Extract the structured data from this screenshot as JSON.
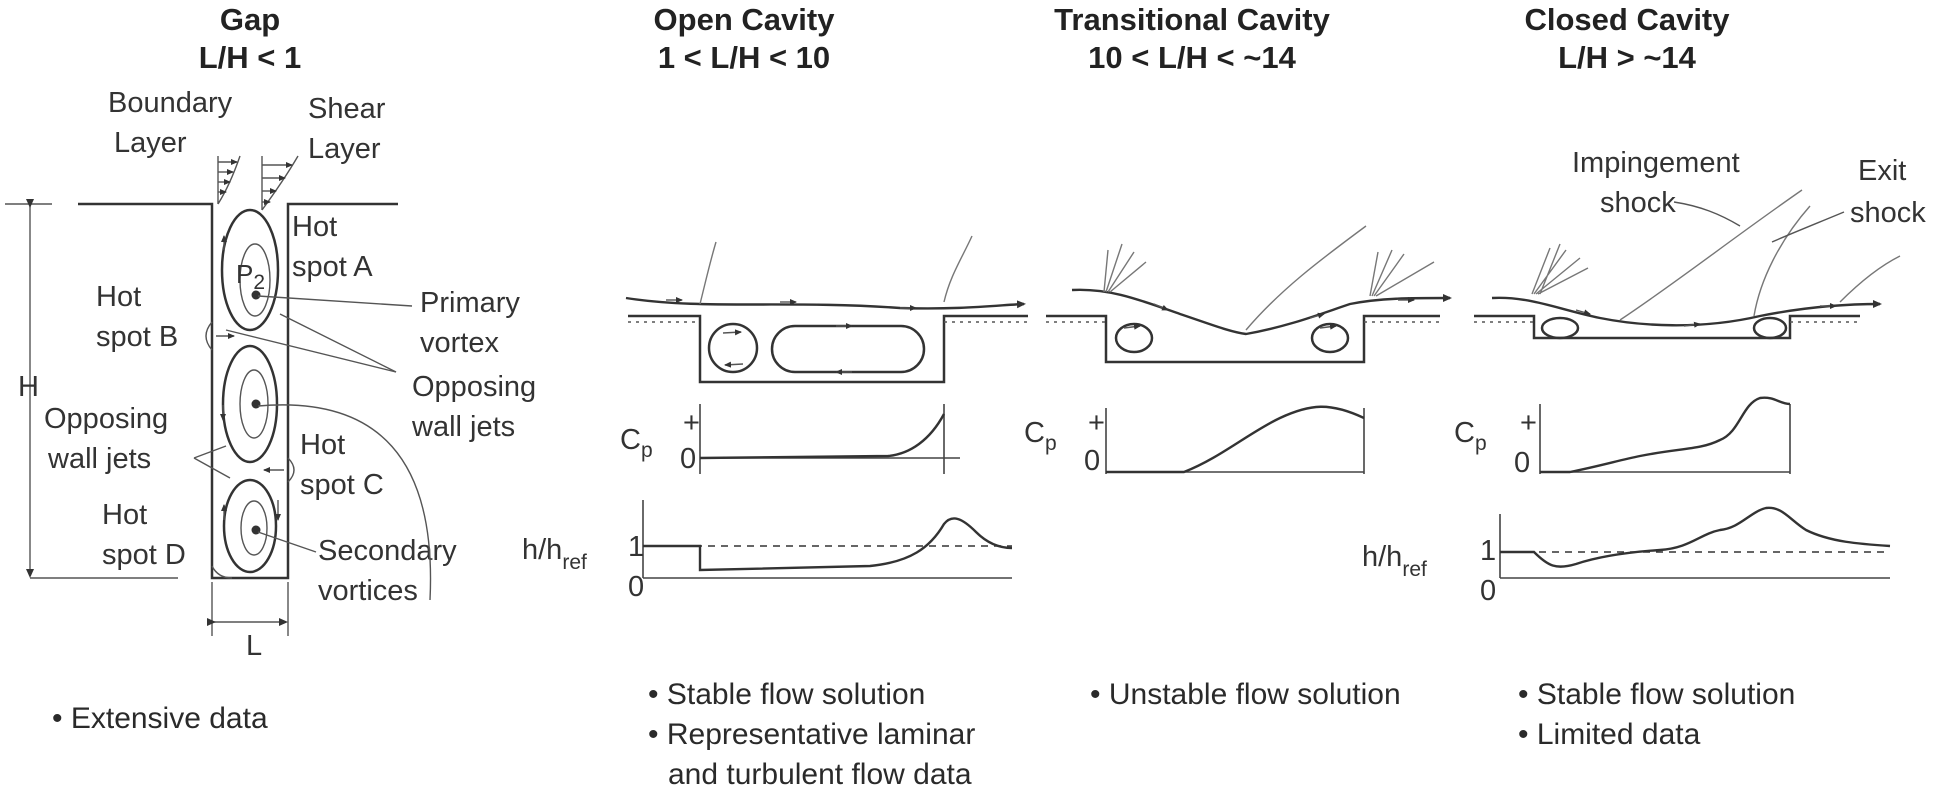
{
  "regimes": [
    {
      "title": "Gap",
      "condition": "L/H < 1",
      "notes": [
        "Extensive data"
      ]
    },
    {
      "title": "Open Cavity",
      "condition": "1 < L/H < 10",
      "notes": [
        "Stable flow solution",
        "Representative laminar",
        "and turbulent flow data"
      ]
    },
    {
      "title": "Transitional Cavity",
      "condition": "10 < L/H < ~14",
      "notes": [
        "Unstable flow solution"
      ]
    },
    {
      "title": "Closed Cavity",
      "condition": "L/H > ~14",
      "notes": [
        "Stable flow solution",
        "Limited data"
      ]
    }
  ],
  "gap_labels": {
    "boundary_layer": [
      "Boundary",
      "Layer"
    ],
    "shear_layer": [
      "Shear",
      "Layer"
    ],
    "hot_spot_a": [
      "Hot",
      "spot A"
    ],
    "hot_spot_b": [
      "Hot",
      "spot B"
    ],
    "hot_spot_c": [
      "Hot",
      "spot C"
    ],
    "hot_spot_d": [
      "Hot",
      "spot D"
    ],
    "primary_vortex": [
      "Primary",
      "vortex"
    ],
    "opposing_wall_jets_right": [
      "Opposing",
      "wall jets"
    ],
    "opposing_wall_jets_left": [
      "Opposing",
      "wall jets"
    ],
    "secondary_vortices": [
      "Secondary",
      "vortices"
    ],
    "height": "H",
    "length": "L",
    "p2": "P",
    "p2_sub": "2"
  },
  "closed_labels": {
    "impingement_shock": [
      "Impingement",
      "shock"
    ],
    "exit_shock": [
      "Exit",
      "shock"
    ]
  },
  "plot_labels": {
    "cp_main": "C",
    "cp_sub": "p",
    "cp_plus": "+",
    "zero": "0",
    "one": "1",
    "h_main": "h/h",
    "h_sub": "ref"
  }
}
